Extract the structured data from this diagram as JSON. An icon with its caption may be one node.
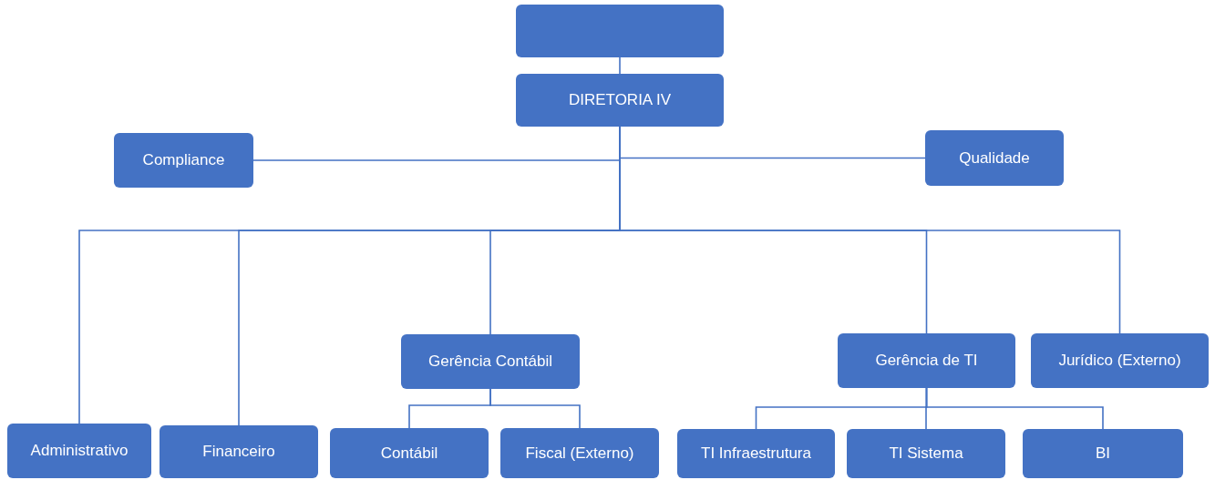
{
  "diagram": {
    "nodes": [
      {
        "text": [],
        "shape": "box"
      },
      {
        "text": [
          "DIRETORIA IV"
        ]
      },
      {
        "text": [
          "Compliance"
        ]
      },
      {
        "text": [
          "Qualidade"
        ]
      },
      {
        "text": [
          "Administrativo"
        ]
      },
      {
        "text": [
          "Financeiro"
        ]
      },
      {
        "text": [
          "Gerência Contábil"
        ]
      },
      {
        "text": [
          "Gerência de TI"
        ]
      },
      {
        "text": [
          "Jurídico (Externo)"
        ]
      },
      {
        "text": [
          "Contábil"
        ]
      },
      {
        "text": [
          "Fiscal (Externo)"
        ]
      },
      {
        "text": [
          "TI Infraestrutura"
        ]
      },
      {
        "text": [
          "TI Sistema"
        ]
      },
      {
        "text": [
          "BI"
        ]
      }
    ],
    "edges": [
      {
        "from": 0,
        "to": 1,
        "arrow": "none"
      },
      {
        "from": 1,
        "to": 2,
        "arrow": "none"
      },
      {
        "from": 1,
        "to": 3,
        "arrow": "none"
      },
      {
        "from": 1,
        "to": 4,
        "arrow": "none"
      },
      {
        "from": 1,
        "to": 5,
        "arrow": "none"
      },
      {
        "from": 1,
        "to": 6,
        "arrow": "none"
      },
      {
        "from": 1,
        "to": 7,
        "arrow": "none"
      },
      {
        "from": 1,
        "to": 8,
        "arrow": "none"
      },
      {
        "from": 6,
        "to": 9,
        "arrow": "none"
      },
      {
        "from": 6,
        "to": 10,
        "arrow": "none"
      },
      {
        "from": 7,
        "to": 11,
        "arrow": "none"
      },
      {
        "from": 7,
        "to": 12,
        "arrow": "none"
      },
      {
        "from": 7,
        "to": 13,
        "arrow": "none"
      }
    ]
  }
}
